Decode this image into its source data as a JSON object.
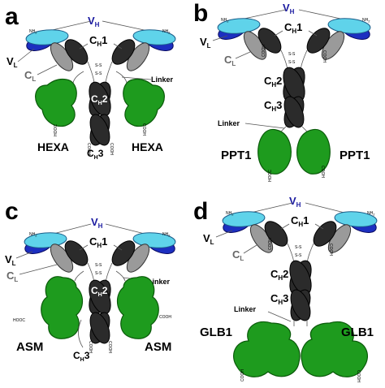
{
  "panels": {
    "a": {
      "letter": "a",
      "vh": "V",
      "vh_sub": "H",
      "vl": "V",
      "vl_sub": "L",
      "cl": "C",
      "cl_sub": "L",
      "ch1": "C",
      "ch1_sub": "H",
      "ch1_num": "1",
      "ch2": "C",
      "ch2_sub": "H",
      "ch2_num": "2",
      "ch3": "C",
      "ch3_sub": "H",
      "ch3_num": "3",
      "linker": "Linker",
      "enzyme_left": "HEXA",
      "enzyme_right": "HEXA",
      "nh2": "NH",
      "nh2_sub": "2",
      "cooh": "COOH",
      "hooc": "HOOC",
      "ss": "S-S"
    },
    "b": {
      "letter": "b",
      "vh": "V",
      "vh_sub": "H",
      "vl": "V",
      "vl_sub": "L",
      "cl": "C",
      "cl_sub": "L",
      "ch1": "C",
      "ch1_sub": "H",
      "ch1_num": "1",
      "ch2": "C",
      "ch2_sub": "H",
      "ch2_num": "2",
      "ch3": "C",
      "ch3_sub": "H",
      "ch3_num": "3",
      "linker": "Linker",
      "enzyme_left": "PPT1",
      "enzyme_right": "PPT1",
      "nh2": "NH",
      "nh2_sub": "2",
      "cooh": "COOH",
      "hooc": "HOOC",
      "ss": "S-S"
    },
    "c": {
      "letter": "c",
      "vh": "V",
      "vh_sub": "H",
      "vl": "V",
      "vl_sub": "L",
      "cl": "C",
      "cl_sub": "L",
      "ch1": "C",
      "ch1_sub": "H",
      "ch1_num": "1",
      "ch2": "C",
      "ch2_sub": "H",
      "ch2_num": "2",
      "ch3": "C",
      "ch3_sub": "H",
      "ch3_num": "3",
      "linker": "Linker",
      "enzyme_left": "ASM",
      "enzyme_right": "ASM",
      "nh2": "NH",
      "nh2_sub": "2",
      "cooh": "COOH",
      "hooc": "HOOC",
      "ss": "S-S"
    },
    "d": {
      "letter": "d",
      "vh": "V",
      "vh_sub": "H",
      "vl": "V",
      "vl_sub": "L",
      "cl": "C",
      "cl_sub": "L",
      "ch1": "C",
      "ch1_sub": "H",
      "ch1_num": "1",
      "ch2": "C",
      "ch2_sub": "H",
      "ch2_num": "2",
      "ch3": "C",
      "ch3_sub": "H",
      "ch3_num": "3",
      "linker": "Linker",
      "enzyme_left": "GLB1",
      "enzyme_right": "GLB1",
      "nh2": "NH",
      "nh2_sub": "2",
      "cooh": "COOH",
      "hooc": "HOOC",
      "ss": "S-S"
    }
  },
  "colors": {
    "enzyme": "#1e9b1e",
    "fc_domain": "#2b2b2b",
    "constant_light": "#9a9a9a",
    "variable_heavy": "#5fd3ea",
    "variable_light": "#1c2fc0",
    "vh_label": "#1a1aa0"
  }
}
